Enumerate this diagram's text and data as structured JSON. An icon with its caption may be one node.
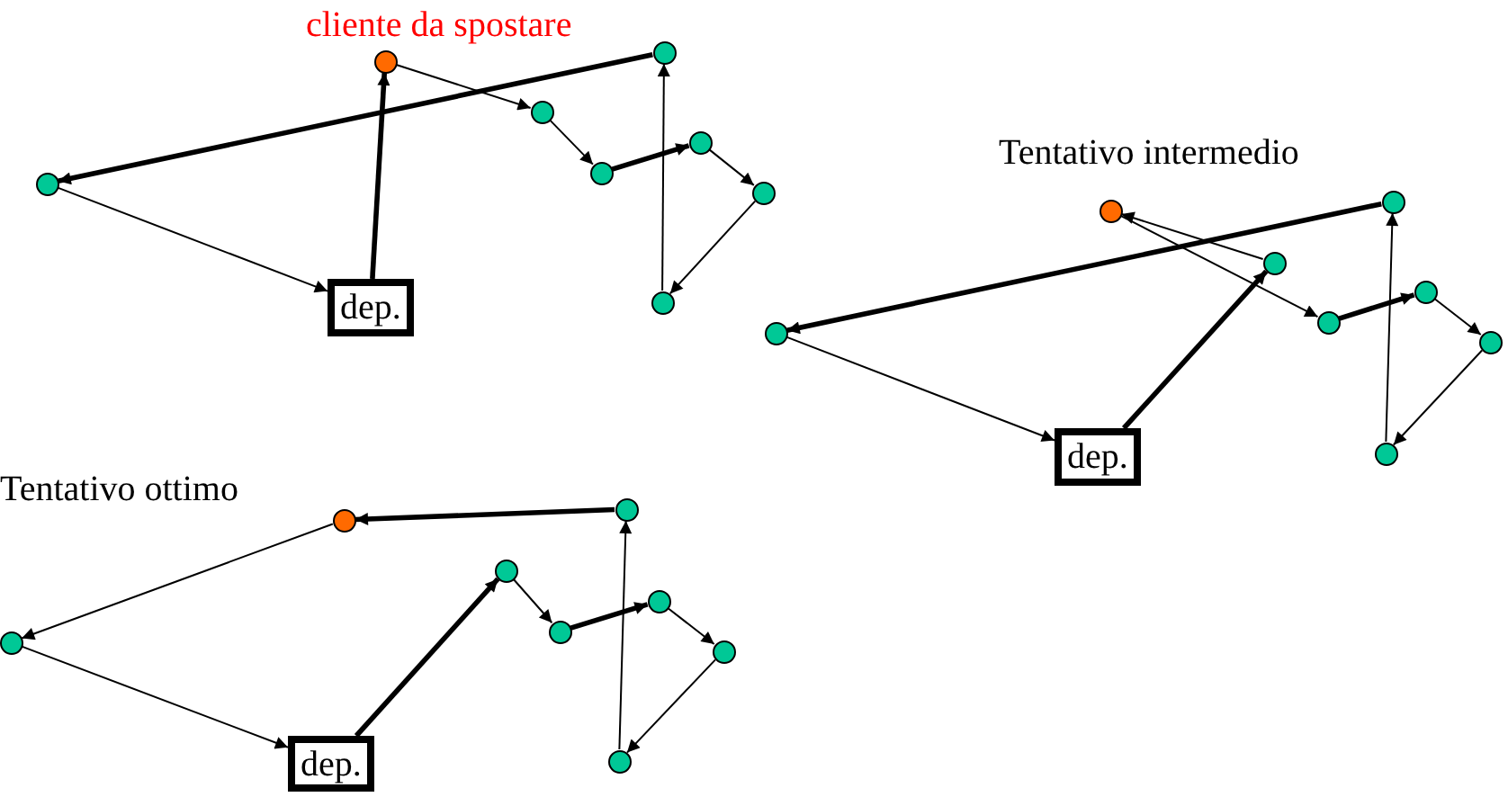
{
  "diagram": {
    "nodes": [
      {
        "text": [
          "dep."
        ]
      },
      {
        "text": [],
        "shape": "circle"
      },
      {
        "text": [],
        "shape": "circle"
      },
      {
        "text": [],
        "shape": "circle"
      },
      {
        "text": [],
        "shape": "circle"
      },
      {
        "text": [],
        "shape": "circle"
      },
      {
        "text": [],
        "shape": "circle"
      },
      {
        "text": [],
        "shape": "circle"
      },
      {
        "text": [],
        "shape": "circle"
      },
      {
        "text": [
          "dep."
        ]
      },
      {
        "text": [],
        "shape": "circle"
      },
      {
        "text": [],
        "shape": "circle"
      },
      {
        "text": [],
        "shape": "circle"
      },
      {
        "text": [],
        "shape": "circle"
      },
      {
        "text": [],
        "shape": "circle"
      },
      {
        "text": [],
        "shape": "circle"
      },
      {
        "text": [],
        "shape": "circle"
      },
      {
        "text": [],
        "shape": "circle"
      },
      {
        "text": [
          "dep."
        ]
      },
      {
        "text": [],
        "shape": "circle"
      },
      {
        "text": [],
        "shape": "circle"
      },
      {
        "text": [],
        "shape": "circle"
      },
      {
        "text": [],
        "shape": "circle"
      },
      {
        "text": [],
        "shape": "circle"
      },
      {
        "text": [],
        "shape": "circle"
      },
      {
        "text": [],
        "shape": "circle"
      },
      {
        "text": [],
        "shape": "circle"
      }
    ],
    "edges": [
      {
        "from": 0,
        "to": 1,
        "arrow": "to",
        "style": "thick"
      },
      {
        "from": 1,
        "to": 2,
        "arrow": "to"
      },
      {
        "from": 2,
        "to": 3,
        "arrow": "to"
      },
      {
        "from": 3,
        "to": 4,
        "arrow": "to",
        "style": "thick"
      },
      {
        "from": 4,
        "to": 5,
        "arrow": "to"
      },
      {
        "from": 5,
        "to": 6,
        "arrow": "to"
      },
      {
        "from": 6,
        "to": 7,
        "arrow": "to"
      },
      {
        "from": 7,
        "to": 8,
        "arrow": "to",
        "style": "thick"
      },
      {
        "from": 8,
        "to": 0,
        "arrow": "to"
      },
      {
        "from": 9,
        "to": 11,
        "arrow": "to",
        "style": "thick"
      },
      {
        "from": 11,
        "to": 10,
        "arrow": "to"
      },
      {
        "from": 10,
        "to": 12,
        "arrow": "to"
      },
      {
        "from": 12,
        "to": 13,
        "arrow": "to",
        "style": "thick"
      },
      {
        "from": 13,
        "to": 14,
        "arrow": "to"
      },
      {
        "from": 14,
        "to": 15,
        "arrow": "to"
      },
      {
        "from": 15,
        "to": 16,
        "arrow": "to"
      },
      {
        "from": 16,
        "to": 17,
        "arrow": "to",
        "style": "thick"
      },
      {
        "from": 17,
        "to": 9,
        "arrow": "to"
      },
      {
        "from": 18,
        "to": 22,
        "arrow": "to",
        "style": "thick"
      },
      {
        "from": 22,
        "to": 23,
        "arrow": "to"
      },
      {
        "from": 23,
        "to": 24,
        "arrow": "to",
        "style": "thick"
      },
      {
        "from": 24,
        "to": 25,
        "arrow": "to"
      },
      {
        "from": 25,
        "to": 26,
        "arrow": "to"
      },
      {
        "from": 26,
        "to": 20,
        "arrow": "to"
      },
      {
        "from": 20,
        "to": 19,
        "arrow": "to",
        "style": "thick"
      },
      {
        "from": 19,
        "to": 21,
        "arrow": "to"
      },
      {
        "from": 21,
        "to": 18,
        "arrow": "to"
      }
    ],
    "labels": [
      "cliente da spostare",
      "Tentativo intermedio",
      "Tentativo ottimo"
    ]
  }
}
